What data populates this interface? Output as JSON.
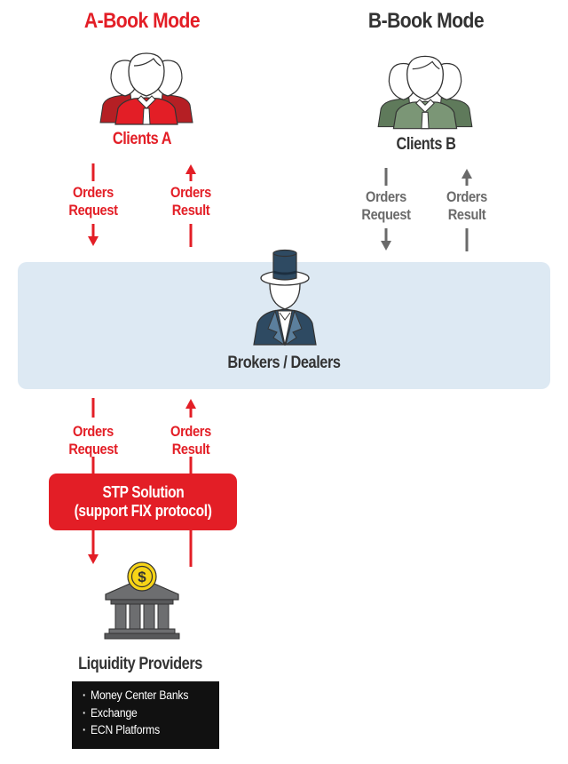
{
  "colors": {
    "a_book": "#e31e26",
    "b_book_text": "#333333",
    "b_book_arrows": "#6a6a6a",
    "panel": "#dde9f3",
    "broker_suit": "#2e4a62",
    "clients_b_suit": "#6b8a67",
    "bank": "#6d6e70",
    "coin": "#f7d417"
  },
  "a_book": {
    "title": "A-Book Mode",
    "clients_label": "Clients A",
    "clients_icon": "users-group-icon",
    "request_label_line1": "Orders",
    "request_label_line2": "Request",
    "result_label_line1": "Orders",
    "result_label_line2": "Result"
  },
  "b_book": {
    "title": "B-Book Mode",
    "clients_label": "Clients B",
    "clients_icon": "users-group-icon",
    "request_label_line1": "Orders",
    "request_label_line2": "Request",
    "result_label_line1": "Orders",
    "result_label_line2": "Result"
  },
  "broker": {
    "label": "Brokers / Dealers",
    "icon": "top-hat-dealer-icon"
  },
  "lower_flow": {
    "request_label_line1": "Orders",
    "request_label_line2": "Request",
    "result_label_line1": "Orders",
    "result_label_line2": "Result"
  },
  "stp": {
    "line1": "STP Solution",
    "line2": "(support FIX protocol)"
  },
  "liquidity": {
    "label": "Liquidity Providers",
    "icon": "bank-coin-icon",
    "items": [
      "Money Center Banks",
      "Exchange",
      "ECN Platforms"
    ]
  }
}
